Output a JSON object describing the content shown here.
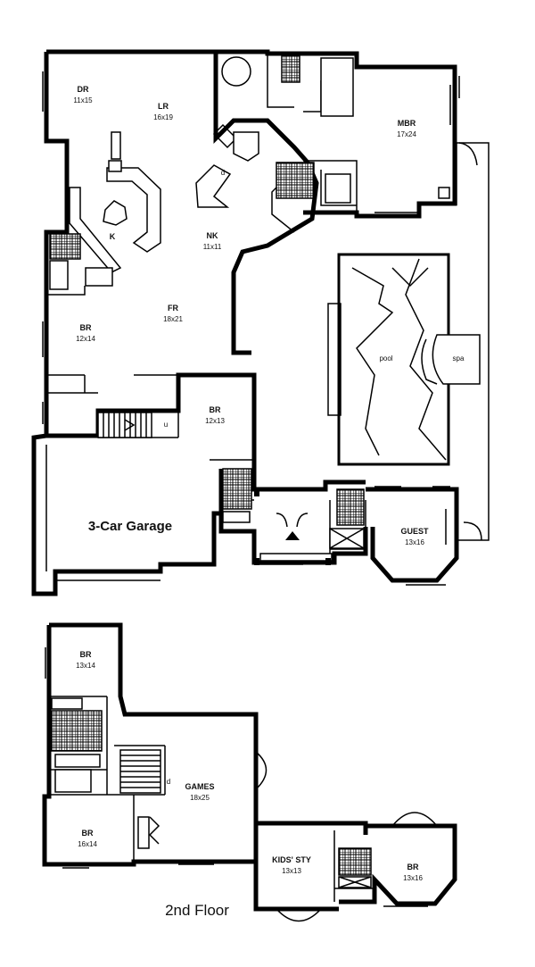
{
  "rooms": {
    "dr": {
      "name": "DR",
      "dim": "11x15"
    },
    "lr": {
      "name": "LR",
      "dim": "16x19"
    },
    "mbr": {
      "name": "MBR",
      "dim": "17x24"
    },
    "k": {
      "name": "K"
    },
    "nk": {
      "name": "NK",
      "dim": "11x11"
    },
    "fr": {
      "name": "FR",
      "dim": "18x21"
    },
    "br1": {
      "name": "BR",
      "dim": "12x14"
    },
    "br2": {
      "name": "BR",
      "dim": "12x13"
    },
    "pool": {
      "name": "pool"
    },
    "spa": {
      "name": "spa"
    },
    "guest": {
      "name": "GUEST",
      "dim": "13x16"
    },
    "garage": {
      "name": "3-Car Garage"
    },
    "br3": {
      "name": "BR",
      "dim": "13x14"
    },
    "games": {
      "name": "GAMES",
      "dim": "18x25"
    },
    "br4": {
      "name": "BR",
      "dim": "16x14"
    },
    "kids": {
      "name": "KIDS' STY",
      "dim": "13x13"
    },
    "br5": {
      "name": "BR",
      "dim": "13x16"
    }
  },
  "stair_marks": {
    "down1": "d",
    "up": "u",
    "down2": "d"
  },
  "floor_label": "2nd Floor"
}
